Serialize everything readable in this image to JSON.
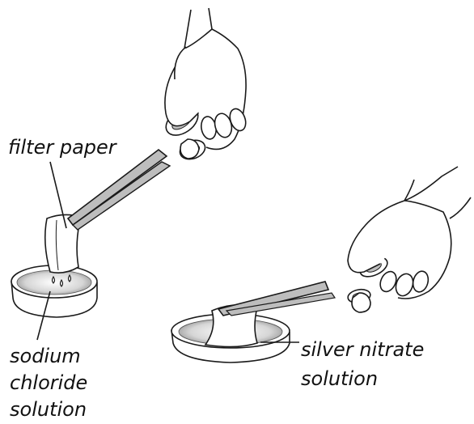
{
  "labels": {
    "filter_paper": "filter paper",
    "sodium_chloride": [
      "sodium",
      "chloride",
      "solution"
    ],
    "silver_nitrate": [
      "silver nitrate",
      "solution"
    ]
  },
  "colors": {
    "line": "#1a1a1a",
    "solution_fill": "#d9d9d9",
    "tongs_fill": "#bdbdbd",
    "paper_fill": "#ffffff",
    "glove_fill": "#ffffff"
  }
}
